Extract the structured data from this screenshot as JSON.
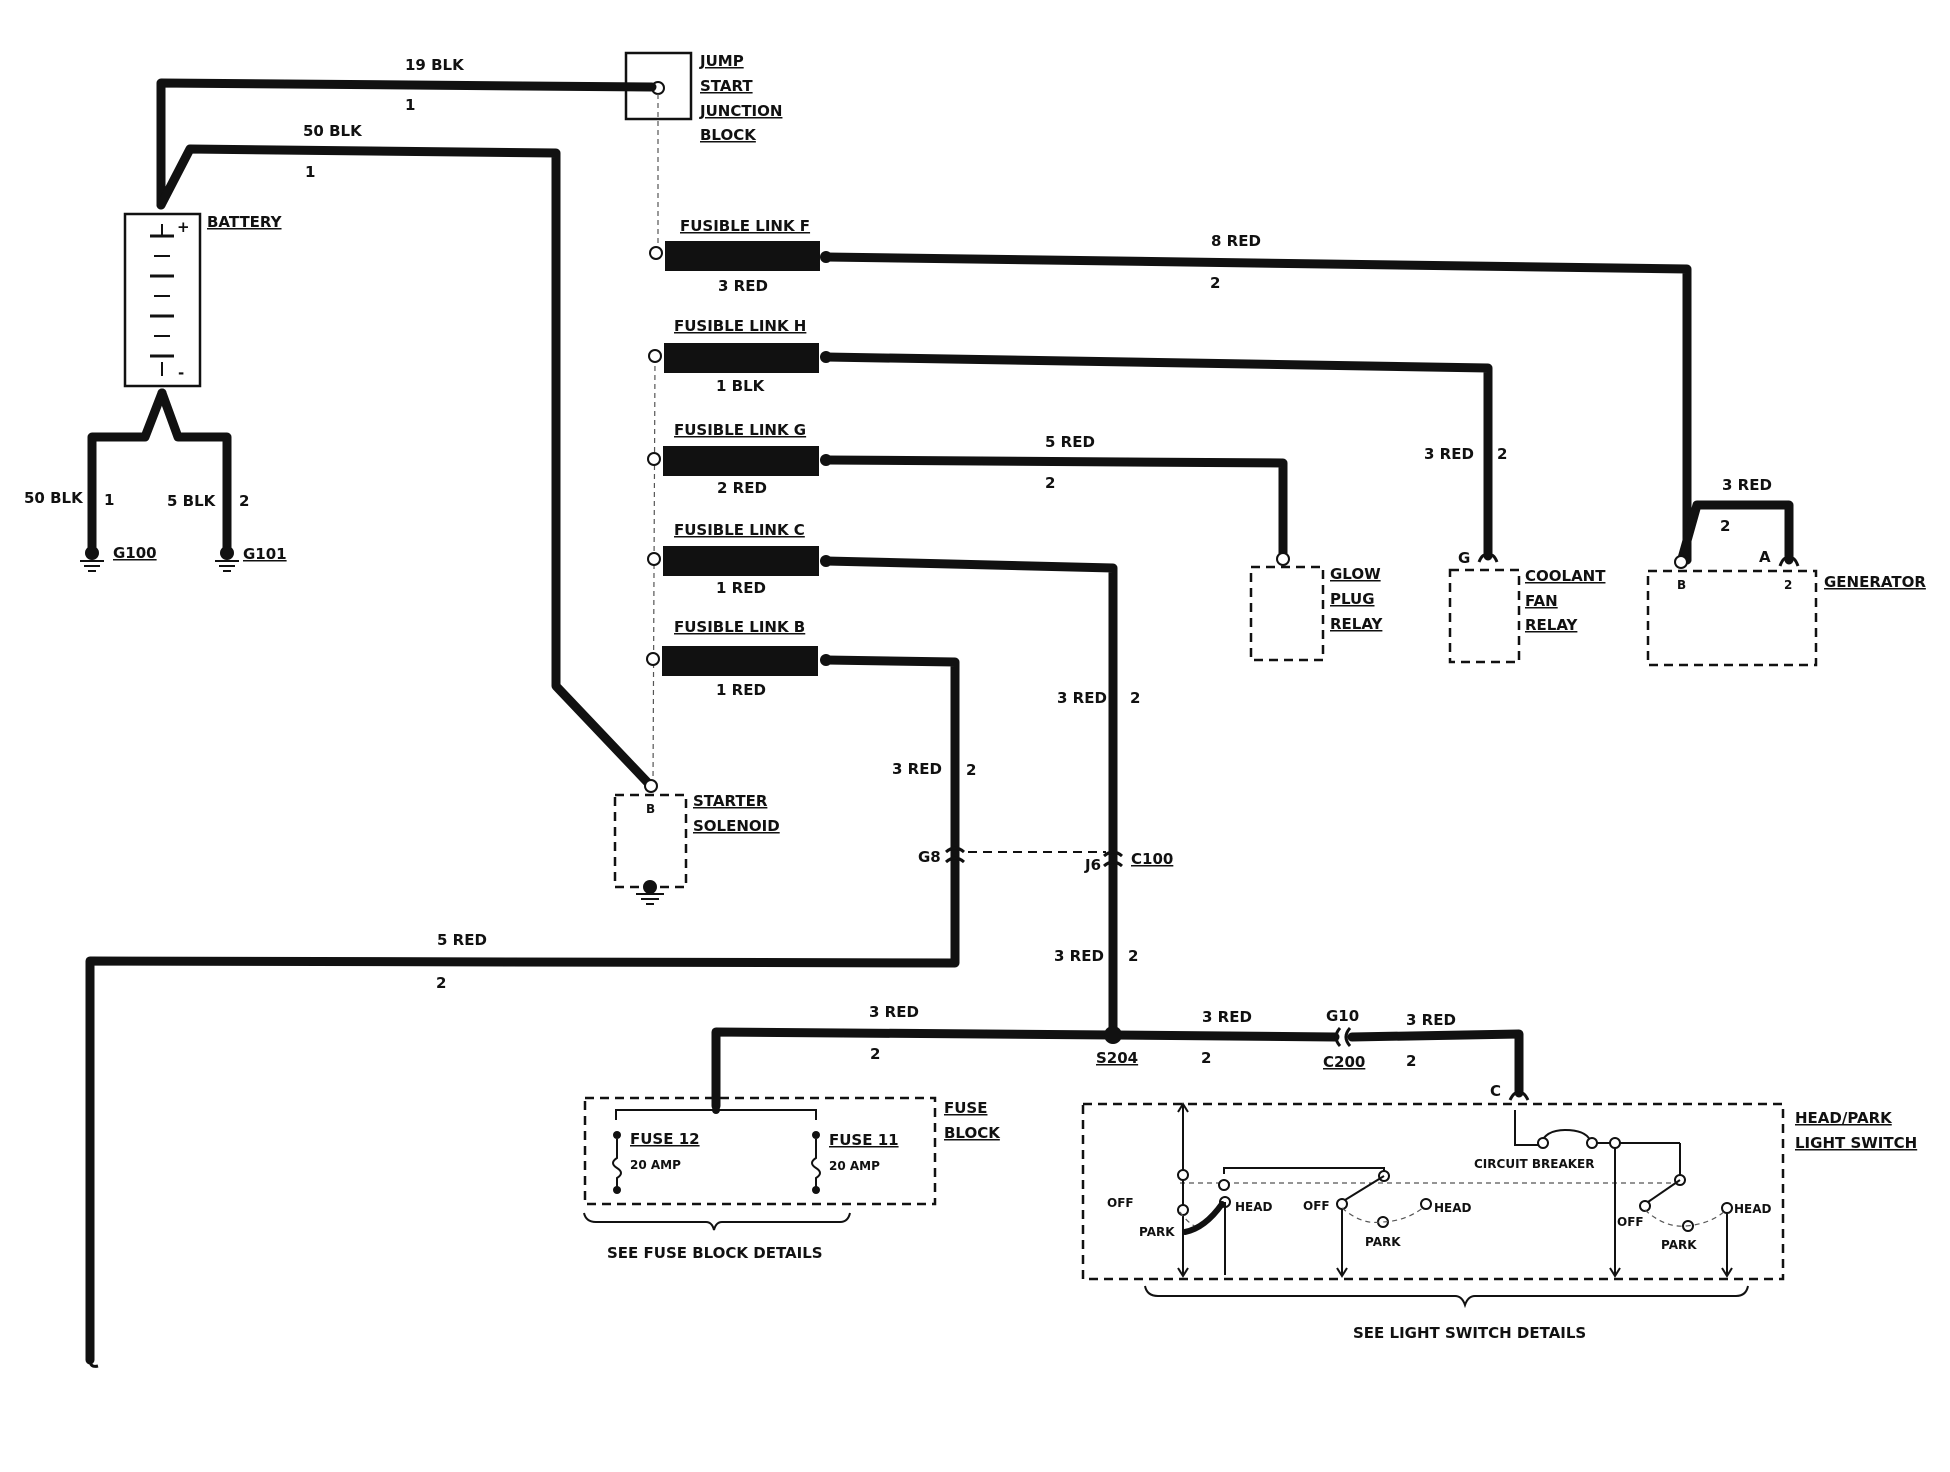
{
  "components": {
    "jump_start": [
      "JUMP",
      "START",
      "JUNCTION",
      "BLOCK"
    ],
    "battery": "BATTERY",
    "battery_plus": "+",
    "battery_minus": "-",
    "fusible_link_f": "FUSIBLE LINK F",
    "fusible_link_h": "FUSIBLE LINK H",
    "fusible_link_g": "FUSIBLE LINK G",
    "fusible_link_c": "FUSIBLE LINK C",
    "fusible_link_b": "FUSIBLE LINK B",
    "starter_solenoid": [
      "STARTER",
      "SOLENOID"
    ],
    "starter_terminal": "B",
    "glow_plug_relay": [
      "GLOW",
      "PLUG",
      "RELAY"
    ],
    "coolant_fan_relay": [
      "COOLANT",
      "FAN",
      "RELAY"
    ],
    "coolant_terminal": "G",
    "generator": "GENERATOR",
    "generator_terminal_b": "B",
    "generator_terminal_a": "A",
    "generator_terminal_2": "2",
    "fuse_block": [
      "FUSE",
      "BLOCK"
    ],
    "fuse_12": "FUSE 12",
    "fuse_12_amp": "20 AMP",
    "fuse_11": "FUSE 11",
    "fuse_11_amp": "20 AMP",
    "fuse_block_note": "SEE FUSE BLOCK DETAILS",
    "light_switch": [
      "HEAD/PARK",
      "LIGHT SWITCH"
    ],
    "light_switch_note": "SEE LIGHT SWITCH DETAILS",
    "circuit_breaker": "CIRCUIT BREAKER",
    "switch_off": "OFF",
    "switch_park": "PARK",
    "switch_head": "HEAD",
    "switch_terminal_c": "C"
  },
  "grounds": {
    "g100": "G100",
    "g101": "G101"
  },
  "connectors": {
    "g8": "G8",
    "j6": "J6",
    "c100": "C100",
    "s204": "S204",
    "g10": "G10",
    "c200": "C200"
  },
  "wires": {
    "w19blk": {
      "label": "19 BLK",
      "circuit": "1"
    },
    "w50blk_top": {
      "label": "50 BLK",
      "circuit": "1"
    },
    "w50blk_gnd": {
      "label": "50 BLK",
      "circuit": "1"
    },
    "w5blk_gnd": {
      "label": "5 BLK",
      "circuit": "2"
    },
    "link_f_wire": "3 RED",
    "w8red": {
      "label": "8 RED",
      "circuit": "2"
    },
    "link_h_wire": "1 BLK",
    "w3red_fan": {
      "label": "3 RED",
      "circuit": "2"
    },
    "link_g_wire": "2 RED",
    "w5red_glow": {
      "label": "5 RED",
      "circuit": "2"
    },
    "link_c_wire": "1 RED",
    "link_b_wire": "1 RED",
    "w3red_gen": {
      "label": "3 RED",
      "circuit": "2"
    },
    "w3red_b": {
      "label": "3 RED",
      "circuit": "2"
    },
    "w3red_c": {
      "label": "3 RED",
      "circuit": "2"
    },
    "w3red_c100_below": {
      "label": "3 RED",
      "circuit": "2"
    },
    "w5red_long": {
      "label": "5 RED",
      "circuit": "2"
    },
    "w3red_fuse": {
      "label": "3 RED",
      "circuit": "2"
    },
    "w3red_s204_right": {
      "label": "3 RED",
      "circuit": "2"
    },
    "w3red_c200_right": {
      "label": "3 RED",
      "circuit": "2"
    }
  }
}
